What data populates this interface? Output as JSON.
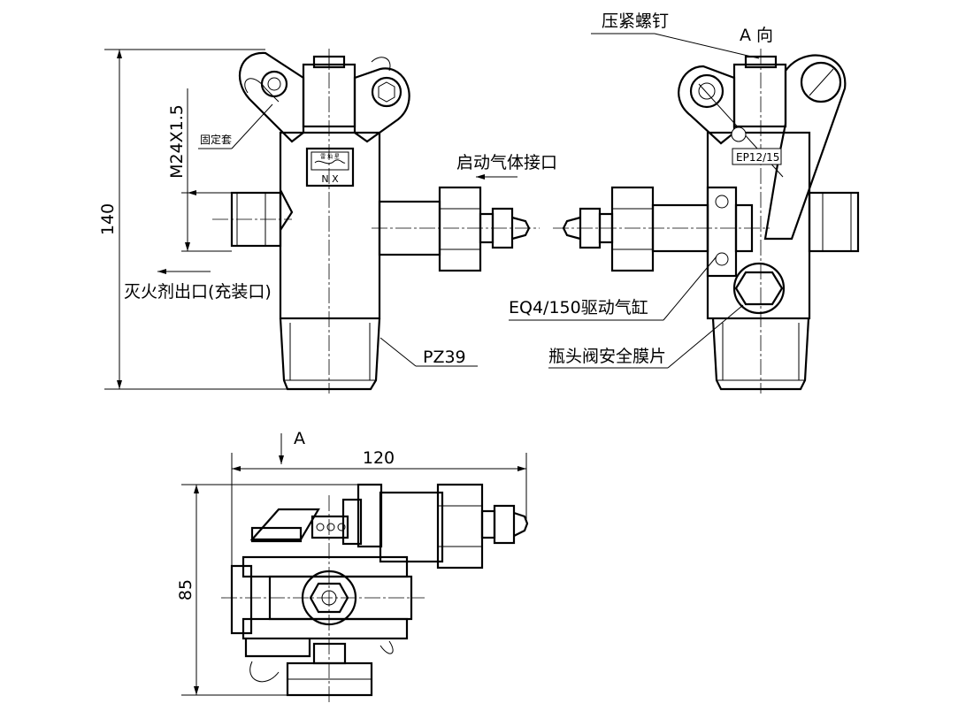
{
  "labels": {
    "clamp_screw": "压紧螺钉",
    "view_a_dir": "A 向",
    "fixing_sleeve": "固定套",
    "thread": "M24X1.5",
    "start_gas_port": "启动气体接口",
    "agent_outlet": "灭火剂出口(充装口)",
    "drive_cylinder": "EQ4/150驱动气缸",
    "pz_code": "PZ39",
    "safety_membrane": "瓶头阀安全膜片",
    "nameplate_mark": "N X",
    "nameplate_brand": "雷 灿 星",
    "ep_label": "EP12/15",
    "view_a_marker": "A"
  },
  "dimensions": {
    "height_front": "140",
    "width_top": "120",
    "height_top": "85"
  },
  "colors": {
    "line": "#000000",
    "background": "#ffffff"
  }
}
